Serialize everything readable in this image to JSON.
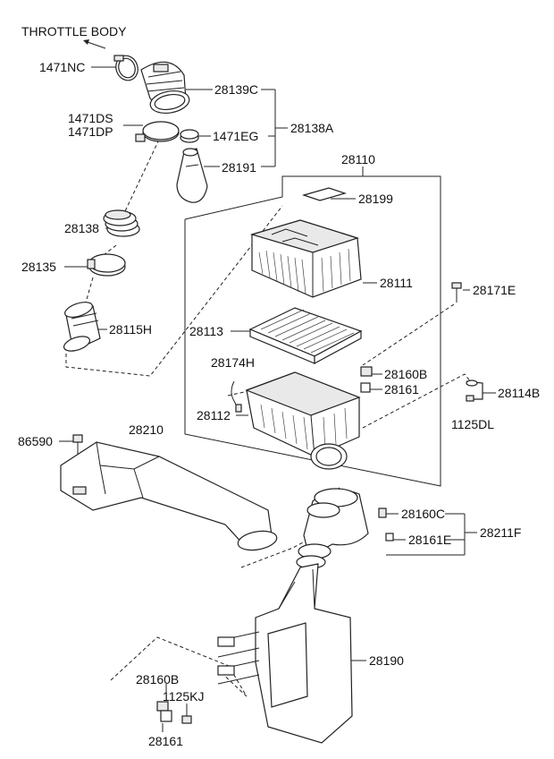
{
  "header": {
    "title": "THROTTLE BODY"
  },
  "labels": {
    "p1471NC": "1471NC",
    "p28139C": "28139C",
    "p1471DS": "1471DS",
    "p1471DP": "1471DP",
    "p1471EG": "1471EG",
    "p28138A": "28138A",
    "p28191": "28191",
    "p28110": "28110",
    "p28199": "28199",
    "p28138": "28138",
    "p28135": "28135",
    "p28111": "28111",
    "p28171E": "28171E",
    "p28115H": "28115H",
    "p28113": "28113",
    "p28174H": "28174H",
    "p28160B_top": "28160B",
    "p28161_top": "28161",
    "p28114B": "28114B",
    "p28112": "28112",
    "p1125DL": "1125DL",
    "p86590": "86590",
    "p28210": "28210",
    "p28160C": "28160C",
    "p28161E": "28161E",
    "p28211F": "28211F",
    "p28190": "28190",
    "p28160B_bot": "28160B",
    "p1125KJ": "1125KJ",
    "p28161_bot": "28161"
  }
}
